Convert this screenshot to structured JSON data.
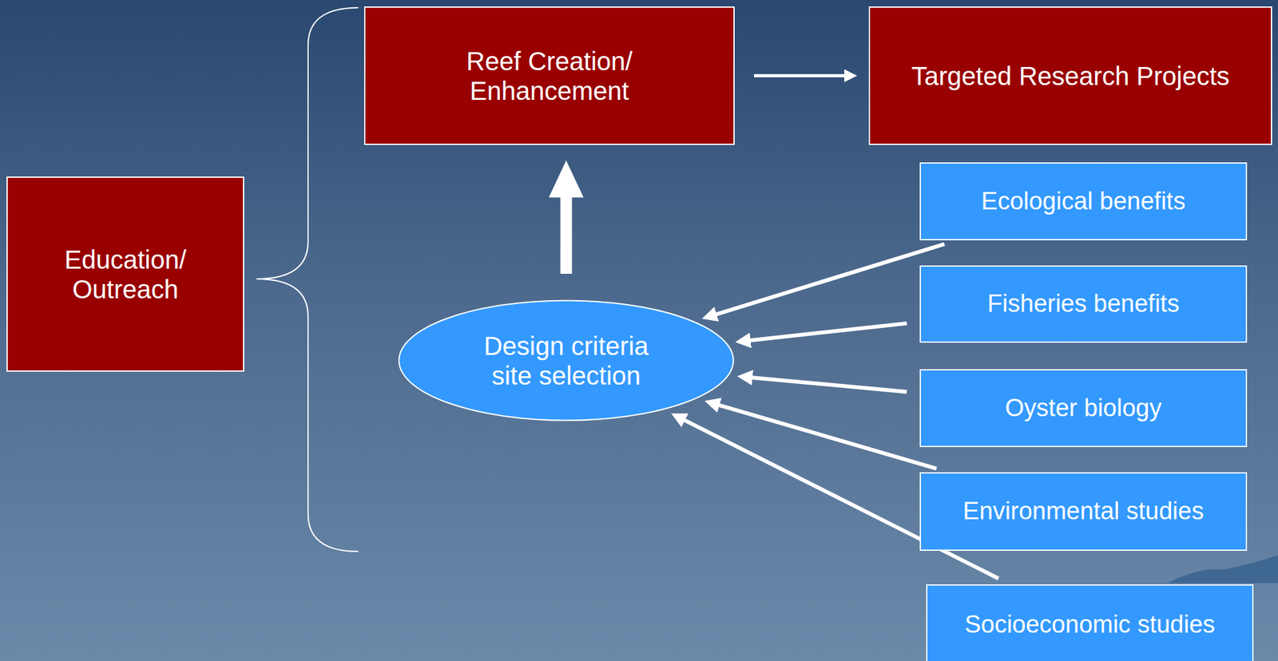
{
  "diagram": {
    "nodes": [
      {
        "text": [
          "Education/ Outreach"
        ]
      },
      {
        "text": [
          "Reef Creation/ Enhancement"
        ]
      },
      {
        "text": [
          "Targeted Research Projects"
        ]
      },
      {
        "text": [
          "Ecological benefits"
        ]
      },
      {
        "text": [
          "Fisheries benefits"
        ]
      },
      {
        "text": [
          "Design criteria site selection"
        ]
      },
      {
        "text": [
          "Oyster biology"
        ]
      },
      {
        "text": [
          "Environmental studies"
        ]
      },
      {
        "text": [
          "Socioeconomic studies"
        ]
      }
    ],
    "edges": [
      {
        "from": 1,
        "to": 2,
        "arrow": "to"
      },
      {
        "from": 5,
        "to": 1,
        "arrow": "to"
      },
      {
        "from": 3,
        "to": 5,
        "arrow": "to"
      },
      {
        "from": 4,
        "to": 5,
        "arrow": "to"
      },
      {
        "from": 6,
        "to": 5,
        "arrow": "to"
      },
      {
        "from": 7,
        "to": 5,
        "arrow": "to"
      },
      {
        "from": 8,
        "to": 5,
        "arrow": "to"
      }
    ]
  }
}
